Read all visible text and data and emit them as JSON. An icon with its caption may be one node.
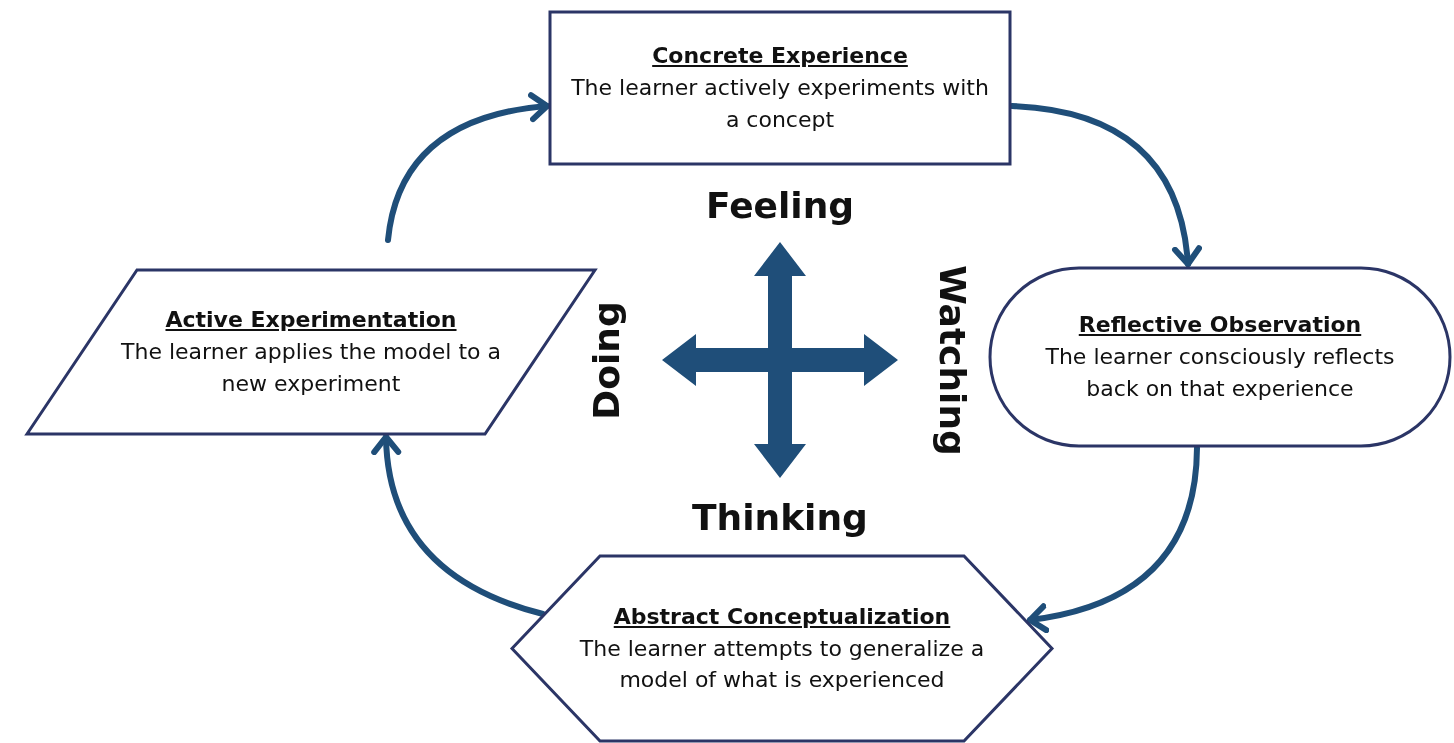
{
  "diagram": {
    "nodes": [
      {
        "text": [
          "Concrete Experience",
          "The learner actively experiments with a concept"
        ]
      },
      {
        "text": [
          "Reflective Observation",
          "The learner consciously reflects back on that experience"
        ]
      },
      {
        "text": [
          "Abstract Conceptualization",
          "The learner attempts to generalize a model of what is experienced"
        ]
      },
      {
        "text": [
          "Active Experimentation",
          "The learner applies the model to a new experiment"
        ]
      }
    ],
    "edges": [
      {
        "from": 0,
        "to": 1,
        "arrow": "to"
      },
      {
        "from": 1,
        "to": 2,
        "arrow": "to"
      },
      {
        "from": 2,
        "to": 3,
        "arrow": "to"
      },
      {
        "from": 3,
        "to": 0,
        "arrow": "to"
      }
    ],
    "labels": [
      "Feeling",
      "Doing",
      "Watching",
      "Thinking"
    ]
  }
}
